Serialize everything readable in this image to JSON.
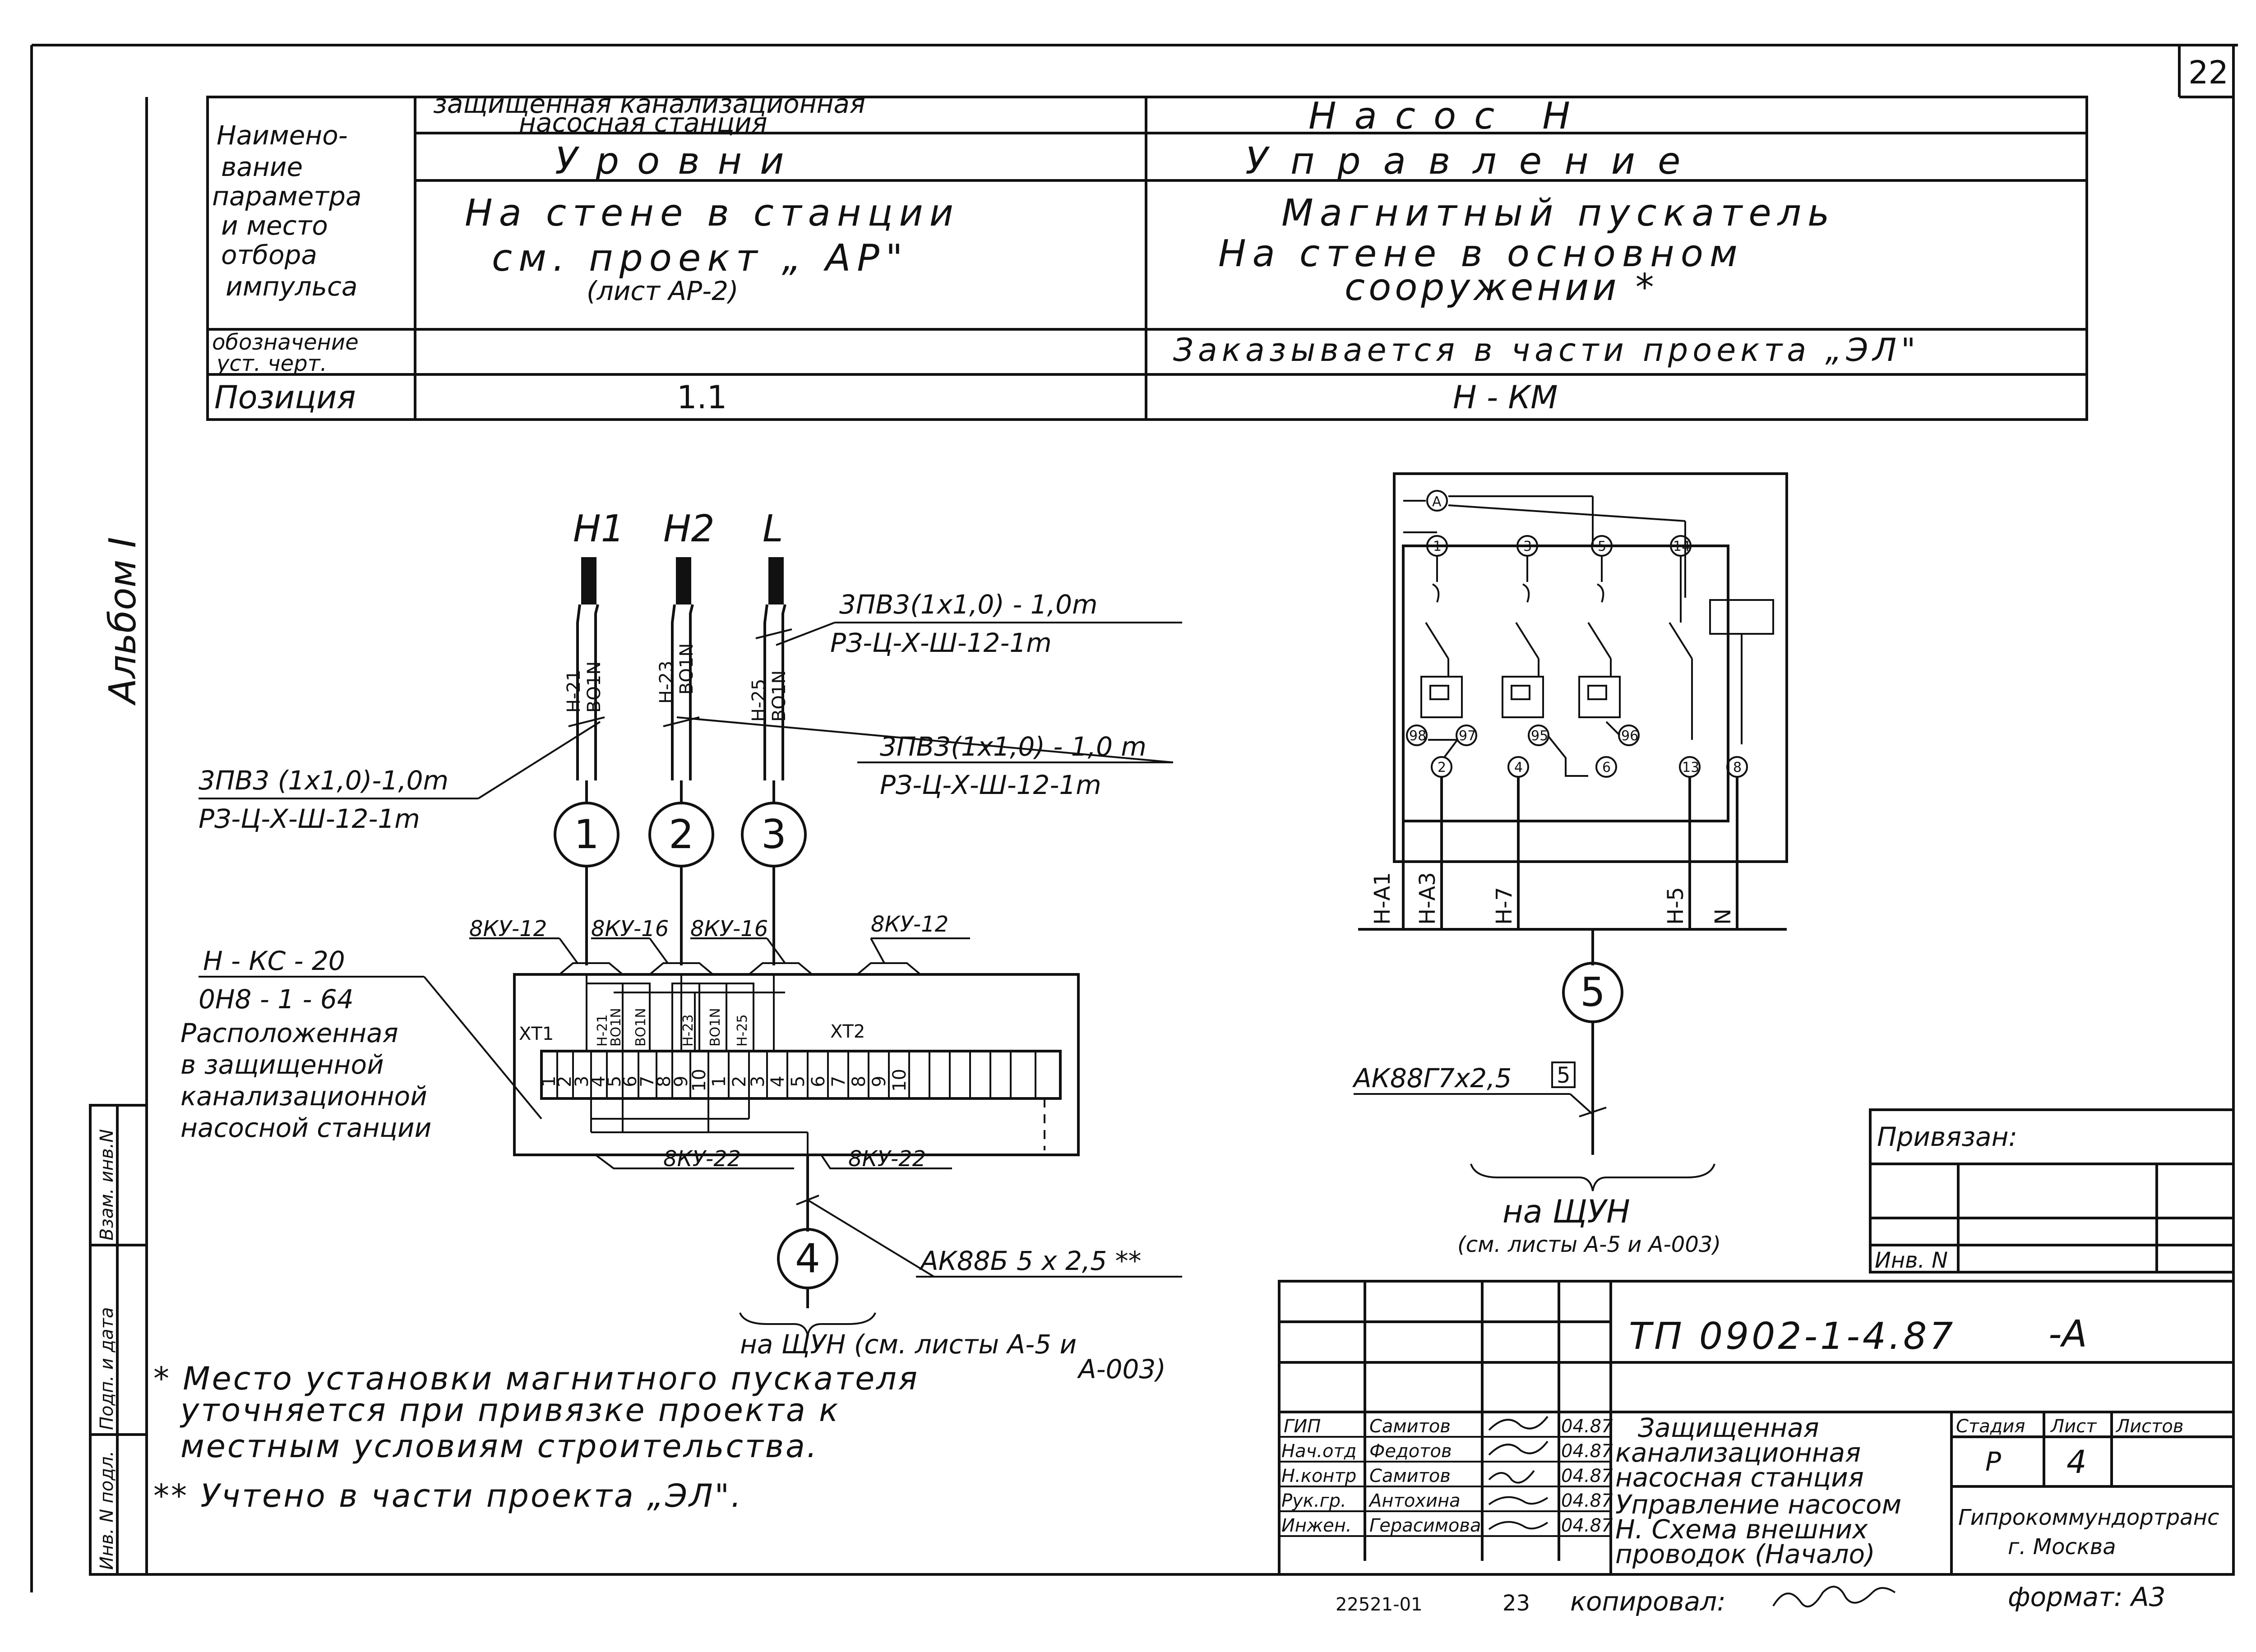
{
  "sheet_number": "22",
  "album_label": "Альбом I",
  "param_table": {
    "header_label": [
      "Наимено-",
      "вание",
      "параметра",
      "и место",
      "отбора",
      "импульса"
    ],
    "col1": {
      "name": [
        "защищенная канализационная",
        "насосная станция"
      ],
      "param": "Уровни",
      "place": [
        "На стене в станции",
        "см. проект „ АР\"",
        "(лист АР-2)"
      ],
      "drawing": "",
      "position": "1.1"
    },
    "col2": {
      "name": "Насос Н",
      "param": "Управление",
      "place": [
        "Магнитный пускатель",
        "На стене в основном",
        "сооружении *"
      ],
      "drawing": "Заказывается в части проекта „ЭЛ\"",
      "position": "Н - КМ"
    },
    "row_label_drawing": [
      "обозначение",
      "уст. черт."
    ],
    "row_label_position": "Позиция"
  },
  "left_diagram": {
    "sensor_labels": [
      "Н1",
      "Н2",
      "L"
    ],
    "wire_tags": [
      [
        "Н-21",
        "ВО1N"
      ],
      [
        "Н-23",
        "ВО1N"
      ],
      [
        "Н-25",
        "ВО1N"
      ]
    ],
    "cable_right_1": [
      "3ПВ3(1х1,0) - 1,0m",
      "РЗ-Ц-Х-Ш-12-1m"
    ],
    "cable_right_2": [
      "3ПВ3(1х1,0) - 1,0 m",
      "РЗ-Ц-Х-Ш-12-1m"
    ],
    "cable_left": [
      "3ПВ3 (1х1,0)-1,0m",
      "РЗ-Ц-Х-Ш-12-1m"
    ],
    "circles": [
      "1",
      "2",
      "3"
    ],
    "gland_labels": [
      "8КУ-12",
      "8КУ-16",
      "8КУ-16",
      "8КУ-12"
    ],
    "box_labels": [
      "Н - КС - 20",
      "0Н8 - 1 - 64",
      "Расположенная",
      "в защищенной",
      "канализационной",
      "насосной станции"
    ],
    "xt1": "ХТ1",
    "xt2": "ХТ2",
    "box_tags": [
      "Н-21",
      "ВО1N",
      "ВО1N",
      "Н-23",
      "ВО1N",
      "Н-25"
    ],
    "terminals_xt1": [
      "1",
      "2",
      "3",
      "4",
      "5",
      "6",
      "7",
      "8",
      "9",
      "10"
    ],
    "terminals_xt2": [
      "1",
      "2",
      "3",
      "4",
      "5",
      "6",
      "7",
      "8",
      "9",
      "10"
    ],
    "bottom_glands": [
      "8КУ-22",
      "8КУ-22"
    ],
    "circle4": "4",
    "cable4": "АК88Б 5 х 2,5 **",
    "dest4": [
      "на ЩУН (см. листы А-5 и",
      "А-003)"
    ]
  },
  "right_diagram": {
    "a_label": "А",
    "top_contacts": [
      "1",
      "3",
      "5",
      "14"
    ],
    "bottom_contacts": [
      "98",
      "97",
      "95",
      "96"
    ],
    "lower_contacts": [
      "2",
      "4",
      "6",
      "13",
      "8"
    ],
    "wires": [
      "Н-А1",
      "Н-А3",
      "Н-7",
      "Н-5",
      "N"
    ],
    "circle5": "5",
    "cable5": "АК88Г7х2,5",
    "cable5_box": "5",
    "dest5": [
      "на ЩУН",
      "(см. листы А-5 и А-003)"
    ]
  },
  "notes": [
    "* Место установки магнитного пускателя",
    "уточняется при привязке проекта к",
    "местным условиям строительства.",
    "** Учтено в части проекта „ЭЛ\"."
  ],
  "privyazan": {
    "label": "Привязан:",
    "inv": "Инв. N"
  },
  "title_block": {
    "code": "ТП 0902-1-4.87",
    "suffix": "-А",
    "roles": [
      "ГИП",
      "Нач.отд",
      "Н.контр",
      "Рук.гр.",
      "Инжен."
    ],
    "names": [
      "Самитов",
      "Федотов",
      "Самитов",
      "Антохина",
      "Герасимова"
    ],
    "dates": [
      "04.87",
      "04.87",
      "04.87",
      "04.87",
      "04.87"
    ],
    "description": [
      "Защищенная",
      "канализационная",
      "насосная станция",
      "Управление насосом",
      "Н. Схема внешних",
      "проводок (Начало)"
    ],
    "stage_label": "Стадия",
    "sheet_label": "Лист",
    "sheets_label": "Листов",
    "stage": "Р",
    "sheet": "4",
    "org": [
      "Гипрокоммундортранс",
      "г. Москва"
    ]
  },
  "side_stamp": [
    "Инв. N подл.",
    "Подп. и дата",
    "Взам. инв.N"
  ],
  "footer": {
    "number": "22521-01",
    "page": "23",
    "copied": "копировал:",
    "format": "формат: А3"
  }
}
